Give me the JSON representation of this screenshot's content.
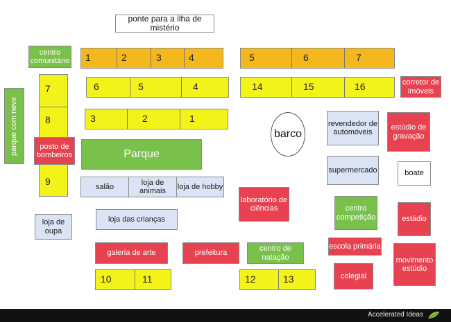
{
  "map": {
    "bridge": "ponte para a ilha de mistério",
    "community_center": "centro comunitário",
    "snow_park": "parque com neve",
    "fire_station": "posto de bombeiros",
    "park": "Parque",
    "boat": "barco",
    "car_dealer": "revendedor de automóveis",
    "real_estate": "corretor de imóveis",
    "recording_studio": "estúdio de gravação",
    "supermarket": "supermercado",
    "nightclub": "boate",
    "salon": "salão",
    "pet_store": "loja de animais",
    "hobby_store": "loja de hobby",
    "science_lab": "laboratório de ciências",
    "competition_center": "centro competição",
    "stadium": "estádio",
    "clothes_store": "loja de oupa",
    "kids_store": "loja das crianças",
    "elementary_school": "escola primária",
    "art_gallery": "galeria de arte",
    "city_hall": "prefeitura",
    "swim_center": "centro de natação",
    "motion_studio": "movimento estúdio",
    "high_school": "colegial"
  },
  "lots": {
    "row1_left": [
      "1",
      "2",
      "3",
      "4"
    ],
    "row1_right": [
      "5",
      "6",
      "7"
    ],
    "row2_left": [
      "6",
      "5",
      "4"
    ],
    "row2_right": [
      "14",
      "15",
      "16"
    ],
    "row3_left": [
      "3",
      "2",
      "1"
    ],
    "column_left": [
      "7",
      "8",
      "9"
    ],
    "bottom_left": [
      "10",
      "11"
    ],
    "bottom_mid": [
      "12",
      "13"
    ]
  },
  "footer": {
    "brand": "Accelerated Ideas",
    "icon": "leaf-logo-icon"
  },
  "colors": {
    "orange_lot": "#f5b81c",
    "yellow_lot": "#f3f31a",
    "green_building": "#79c14b",
    "red_building": "#e8414f",
    "blue_building": "#dbe4f4"
  }
}
